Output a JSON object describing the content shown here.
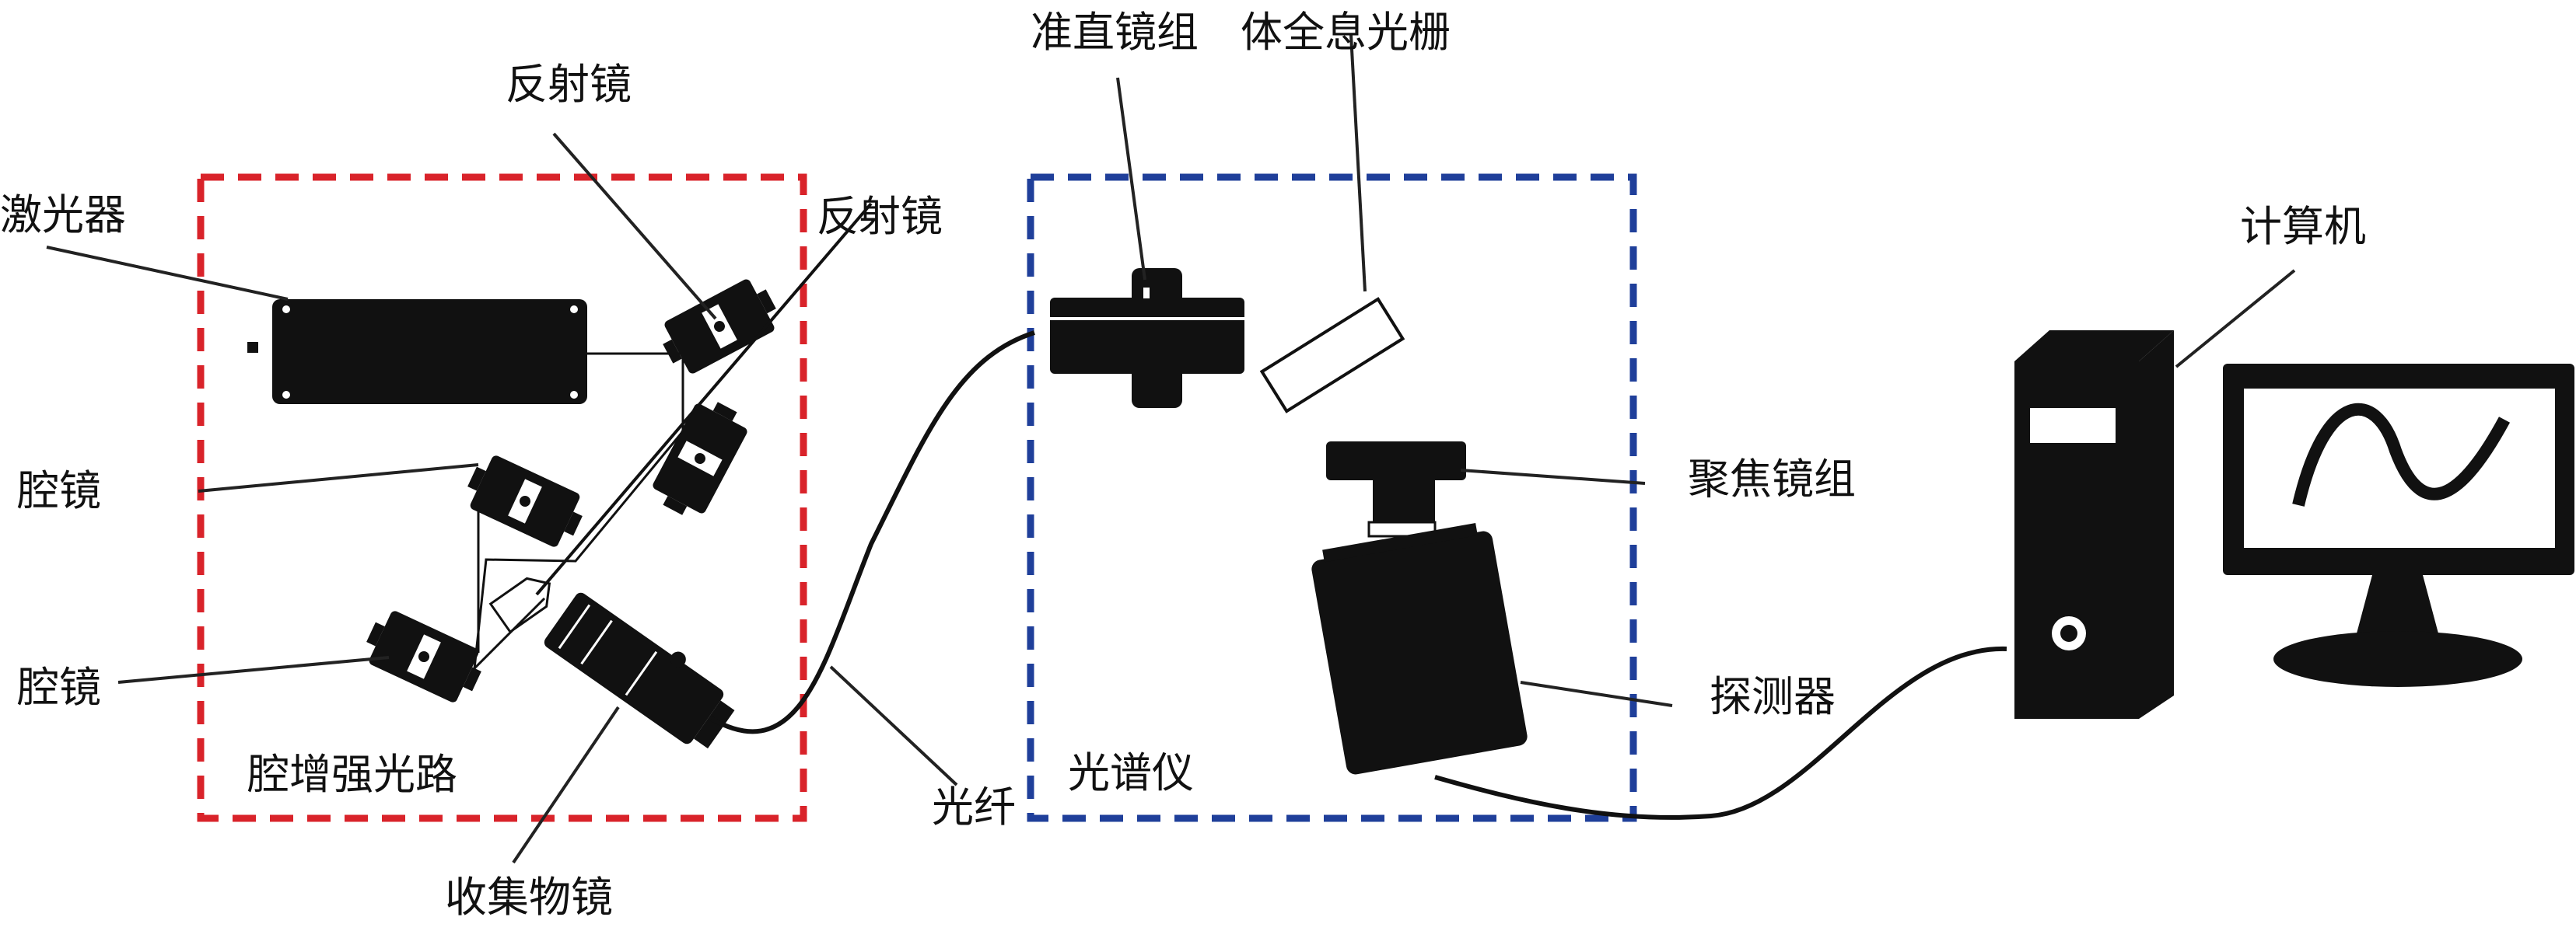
{
  "labels": {
    "reflector_top": "反射镜",
    "laser": "激光器",
    "reflector_right": "反射镜",
    "cavity_mirror_upper": "腔镜",
    "cavity_mirror_lower": "腔镜",
    "cavity_path": "腔增强光路",
    "collection_objective": "收集物镜",
    "fiber": "光纤",
    "collimator_group": "准直镜组",
    "holographic_grating": "体全息光栅",
    "focusing_group": "聚焦镜组",
    "detector": "探测器",
    "spectrometer": "光谱仪",
    "computer": "计算机"
  },
  "colors": {
    "cavity_box": "#d9232a",
    "spectrometer_box": "#1f3f9a",
    "ink": "#111111"
  }
}
